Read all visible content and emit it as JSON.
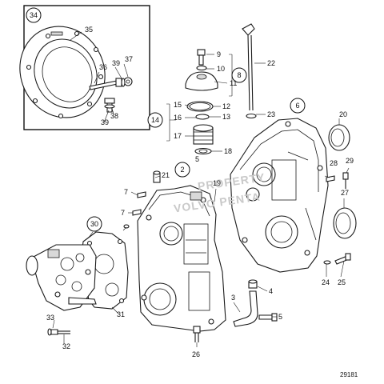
{
  "figure_id": "29181",
  "watermark": [
    "PROPERTY",
    "VOLVO PENTA"
  ],
  "callouts_circled": [
    "34",
    "2",
    "6",
    "8",
    "14",
    "30"
  ],
  "callouts": [
    "35",
    "36",
    "37",
    "39",
    "38",
    "39",
    "9",
    "10",
    "11",
    "12",
    "13",
    "15",
    "16",
    "17",
    "18",
    "22",
    "23",
    "20",
    "21",
    "19",
    "28",
    "29",
    "27",
    "7",
    "7",
    "5",
    "4",
    "3",
    "5",
    "24",
    "25",
    "26",
    "31",
    "33",
    "32"
  ]
}
